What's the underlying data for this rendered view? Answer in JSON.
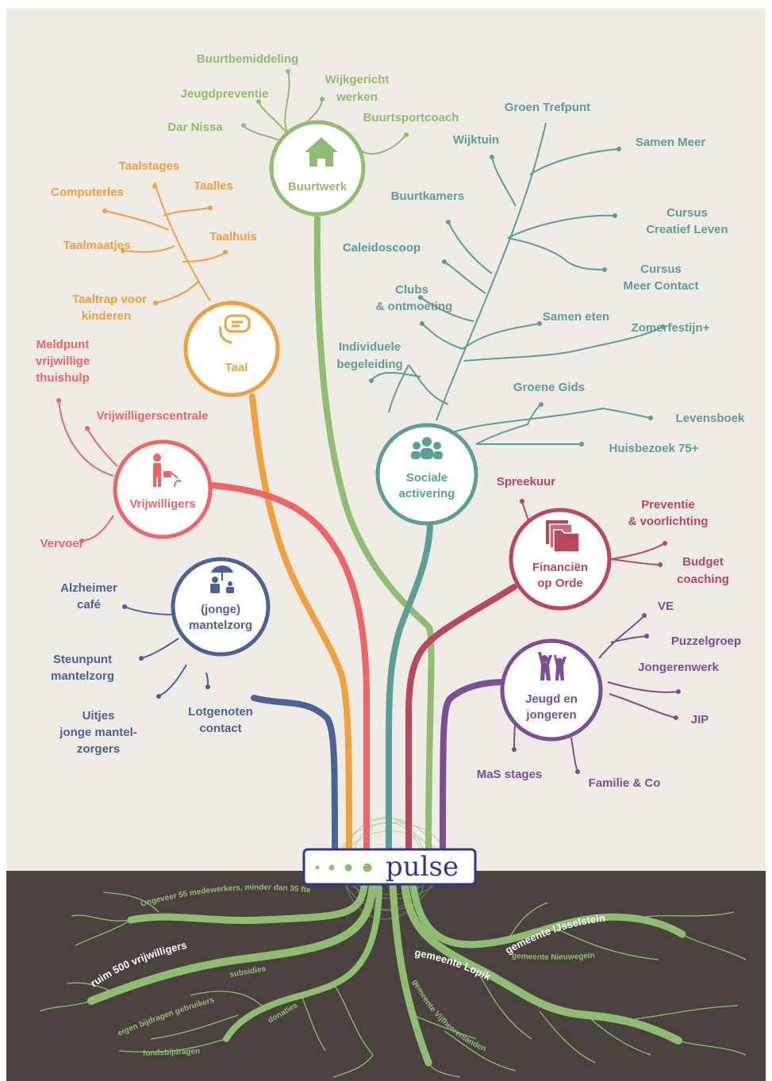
{
  "colors": {
    "background": "#efebe5",
    "soil": "#4a423e",
    "buurtwerk": "#8fbd72",
    "sociale": "#5c9e98",
    "taal": "#f0a03c",
    "vrijwilligers": "#ef6565",
    "mantelzorg": "#4a6394",
    "financien": "#b8485e",
    "jeugd": "#7b4f94",
    "logo": "#2d3a8c"
  },
  "logo": {
    "text": "pulse"
  },
  "circles": {
    "buurtwerk": {
      "line1": "Buurtwerk",
      "line2": "",
      "icon": "house-icon"
    },
    "taal": {
      "line1": "Taal",
      "line2": "",
      "icon": "chat-bubbles-icon"
    },
    "vrijwilligers": {
      "line1": "Vrijwilligers",
      "line2": "",
      "icon": "gardener-icon"
    },
    "mantelzorg": {
      "line1": "(jonge)",
      "line2": "mantelzorg",
      "icon": "umbrella-family-icon"
    },
    "sociale": {
      "line1": "Sociale",
      "line2": "activering",
      "icon": "group-icon"
    },
    "financien": {
      "line1": "Financiën",
      "line2": "op Orde",
      "icon": "folders-icon"
    },
    "jeugd": {
      "line1": "Jeugd en",
      "line2": "jongeren",
      "icon": "children-icon"
    }
  },
  "labels": {
    "buurtwerk": {
      "buurtbemiddeling": "Buurtbemiddeling",
      "jeugdpreventie": "Jeugdpreventie",
      "wijkgericht_1": "Wijkgericht",
      "wijkgericht_2": "werken",
      "dar_nissa": "Dar Nissa",
      "buurtsportcoach": "Buurtsportcoach"
    },
    "taal": {
      "taalstages": "Taalstages",
      "computerles": "Computerles",
      "taalles": "Taalles",
      "taalhuis": "Taalhuis",
      "taalmaatjes": "Taalmaatjes",
      "taaltrap_1": "Taaltrap voor",
      "taaltrap_2": "kinderen"
    },
    "vrijwilligers": {
      "meldpunt_1": "Meldpunt",
      "meldpunt_2": "vrijwillige",
      "meldpunt_3": "thuishulp",
      "vrijwilligerscentrale": "Vrijwilligerscentrale",
      "vervoer": "Vervoer"
    },
    "mantelzorg": {
      "alzheimer_1": "Alzheimer",
      "alzheimer_2": "café",
      "steunpunt_1": "Steunpunt",
      "steunpunt_2": "mantelzorg",
      "uitjes_1": "Uitjes",
      "uitjes_2": "jonge mantel-",
      "uitjes_3": "zorgers",
      "lotgenoten_1": "Lotgenoten",
      "lotgenoten_2": "contact"
    },
    "sociale": {
      "groen_trefpunt": "Groen Trefpunt",
      "wijktuin": "Wijktuin",
      "samen_meer": "Samen Meer",
      "buurtkamers": "Buurtkamers",
      "cursus_creatief_1": "Cursus",
      "cursus_creatief_2": "Creatief Leven",
      "caleidoscoop": "Caleidoscoop",
      "cursus_meer_1": "Cursus",
      "cursus_meer_2": "Meer Contact",
      "clubs_1": "Clubs",
      "clubs_2": "& ontmoeting",
      "samen_eten": "Samen eten",
      "zomerfestijn": "Zomerfestijn+",
      "individuele_1": "Individuele",
      "individuele_2": "begeleiding",
      "groene_gids": "Groene Gids",
      "levensboek": "Levensboek",
      "huisbezoek": "Huisbezoek 75+"
    },
    "financien": {
      "spreekuur": "Spreekuur",
      "preventie_1": "Preventie",
      "preventie_2": "& voorlichting",
      "budget_1": "Budget",
      "budget_2": "coaching"
    },
    "jeugd": {
      "ve": "VE",
      "puzzelgroep": "Puzzelgroep",
      "jongerenwerk": "Jongerenwerk",
      "jip": "JIP",
      "mas_stages": "MaS stages",
      "familie": "Familie & Co"
    }
  },
  "roots": {
    "medewerkers": "Ongeveer 55 medewerkers, minder dan 35 fte",
    "vrijwilligers": "ruim 500 vrijwilligers",
    "subsidies": "subsidies",
    "eigen_bijdragen": "eigen bijdragen gebruikers",
    "donaties": "donaties",
    "fondsbijdragen": "fondsbijdragen",
    "ijsselstein": "gemeente IJsselstein",
    "nieuwegein": "gemeente Nieuwegein",
    "lopik": "gemeente Lopik",
    "vijfheerenlanden": "gemeente Vijfheerenlanden"
  }
}
